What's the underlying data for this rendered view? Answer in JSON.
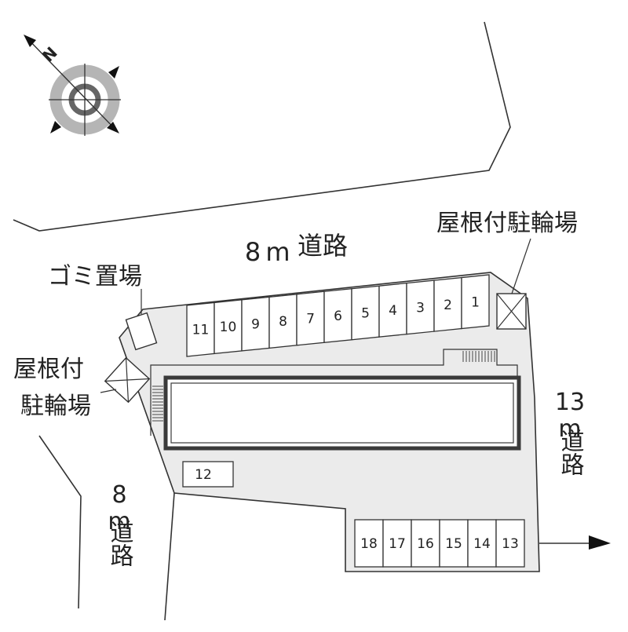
{
  "compass": {
    "north_letter": "N",
    "icon": "compass-rose-icon"
  },
  "roads": {
    "north": {
      "width": "8",
      "unit": "m",
      "name": "道路"
    },
    "east": {
      "width": "13",
      "unit": "m",
      "name": "道路"
    },
    "west": {
      "width": "8",
      "unit": "m",
      "name": "道路"
    }
  },
  "facilities": {
    "garbage": "ゴミ置場",
    "bike_east": "屋根付駐輪場",
    "bike_west_line1": "屋根付",
    "bike_west_line2": "駐輪場"
  },
  "parking": {
    "north_row": [
      "11",
      "10",
      "9",
      "8",
      "7",
      "6",
      "5",
      "4",
      "3",
      "2",
      "1"
    ],
    "single": "12",
    "south_row": [
      "18",
      "17",
      "16",
      "15",
      "14",
      "13"
    ]
  },
  "colors": {
    "lot_fill": "#ebebeb",
    "line": "#333333",
    "building_outline": "#3a3a3a"
  }
}
